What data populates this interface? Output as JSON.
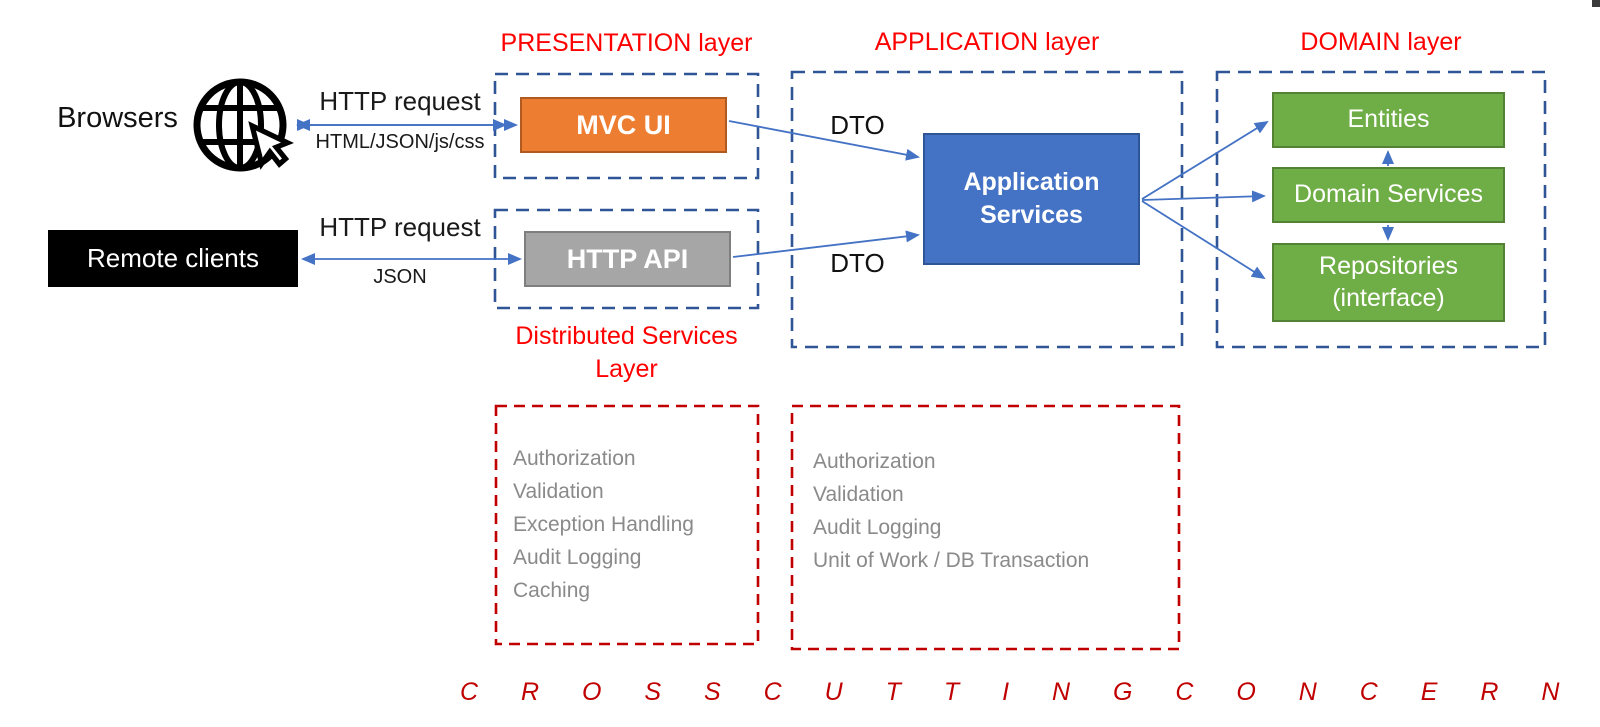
{
  "titles": {
    "presentation": "PRESENTATION layer",
    "application": "APPLICATION layer",
    "domain": "DOMAIN layer",
    "distributed_line1": "Distributed Services",
    "distributed_line2": "Layer",
    "cross_cutting_caption": "C R O S S    C U T T I N G    C O N C E R N S"
  },
  "left": {
    "browsers_label": "Browsers",
    "remote_clients_label": "Remote clients",
    "browser_link": {
      "top_label": "HTTP request",
      "bottom_label": "HTML/JSON/js/css"
    },
    "remote_link": {
      "top_label": "HTTP request",
      "bottom_label": "JSON"
    }
  },
  "nodes": {
    "mvc_ui": "MVC UI",
    "http_api": "HTTP API",
    "application_services_line1": "Application",
    "application_services_line2": "Services",
    "entities": "Entities",
    "domain_services": "Domain Services",
    "repositories_line1": "Repositories",
    "repositories_line2": "(interface)"
  },
  "dto": {
    "top": "DTO",
    "bottom": "DTO"
  },
  "cross_cutting": {
    "left_items": [
      "Authorization",
      "Validation",
      "Exception Handling",
      "Audit Logging",
      "Caching"
    ],
    "right_items": [
      "Authorization",
      "Validation",
      "Audit Logging",
      "Unit of Work / DB Transaction"
    ]
  },
  "colors": {
    "orange": "#ED7D31",
    "orange-border": "#AE5A21",
    "gray-box": "#A6A6A6",
    "gray-box-border": "#7F7F7F",
    "blue-box": "#4472C4",
    "blue-box-border": "#2F5597",
    "green-box": "#6FAD47",
    "green-box-border": "#548235",
    "dash-blue": "#2F5597",
    "dash-red": "#C00000",
    "red-title": "#FF0000",
    "red-caption": "#C00000",
    "arrow-blue": "#4472C4",
    "text-gray": "#8A8A8A"
  }
}
